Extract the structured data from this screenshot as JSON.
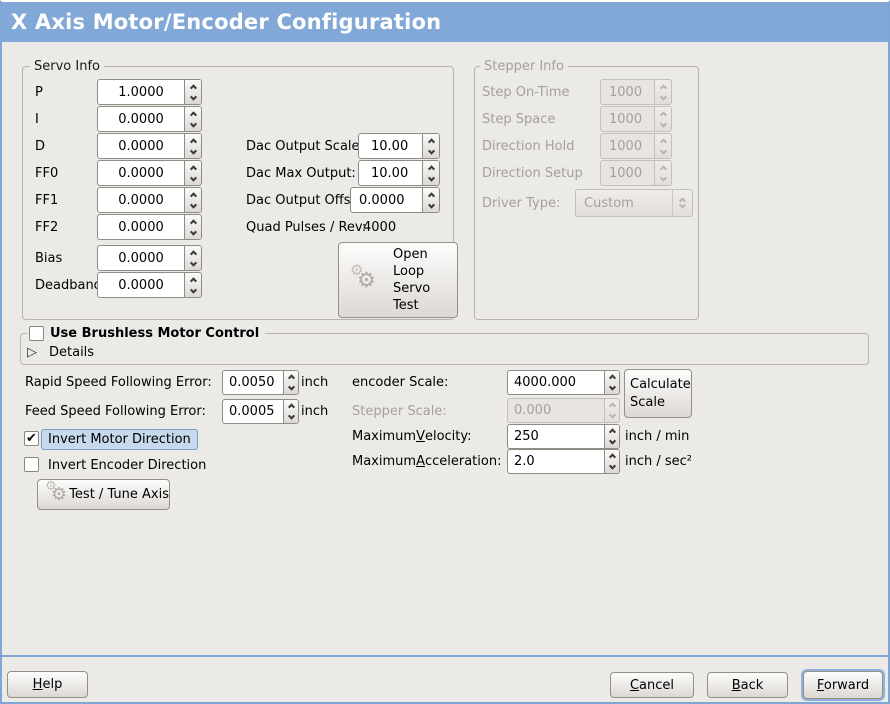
{
  "window": {
    "title": "X Axis Motor/Encoder Configuration"
  },
  "colors": {
    "header_bg": "#82a8d8",
    "window_bg": "#eceae7",
    "accent_border": "#7fa6d4",
    "focus_highlight_bg": "#c7d9ec",
    "disabled_text": "#a4a09a"
  },
  "servo_info": {
    "title": "Servo Info",
    "rows": [
      {
        "label": "P",
        "value": "1.0000"
      },
      {
        "label": "I",
        "value": "0.0000"
      },
      {
        "label": "D",
        "value": "0.0000"
      },
      {
        "label": "FF0",
        "value": "0.0000"
      },
      {
        "label": "FF1",
        "value": "0.0000"
      },
      {
        "label": "FF2",
        "value": "0.0000"
      },
      {
        "label": "Bias",
        "value": "0.0000"
      },
      {
        "label": "Deadband",
        "value": "0.0000"
      }
    ],
    "dac_rows": [
      {
        "label": "Dac Output Scale:",
        "value": "10.00"
      },
      {
        "label": "Dac Max Output:",
        "value": "10.00"
      },
      {
        "label": "Dac Output Offset:",
        "value": "0.0000"
      }
    ],
    "quad": {
      "label": "Quad Pulses / Rev:",
      "value": "4000"
    },
    "open_loop_button": {
      "lines": [
        "Open",
        "Loop",
        "Servo",
        "Test"
      ],
      "icon": "gears-icon"
    }
  },
  "stepper_info": {
    "title": "Stepper Info",
    "enabled": false,
    "rows": [
      {
        "label": "Step On-Time",
        "value": "1000"
      },
      {
        "label": "Step Space",
        "value": "1000"
      },
      {
        "label": "Direction Hold",
        "value": "1000"
      },
      {
        "label": "Direction Setup",
        "value": "1000"
      }
    ],
    "driver_type": {
      "label": "Driver Type:",
      "value": "Custom"
    }
  },
  "brushless": {
    "checkbox_label": "Use Brushless Motor Control",
    "checked": false,
    "check_glyph": "",
    "details_label": "Details",
    "expander_glyph": "▷"
  },
  "following_error": {
    "rapid": {
      "label": "Rapid Speed Following Error:",
      "value": "0.0050",
      "unit": "inch"
    },
    "feed": {
      "label": "Feed Speed Following Error:",
      "value": "0.0005",
      "unit": "inch"
    }
  },
  "direction": {
    "invert_motor": {
      "label": "Invert Motor Direction",
      "checked": true,
      "check_glyph": "✔"
    },
    "invert_encoder": {
      "label": "Invert Encoder Direction",
      "checked": false,
      "check_glyph": ""
    },
    "test_tune_button": {
      "label": "Test / Tune Axis",
      "icon": "gears-icon"
    }
  },
  "scaling": {
    "encoder": {
      "label": "encoder Scale:",
      "value": "4000.000"
    },
    "stepper": {
      "label": "Stepper Scale:",
      "value": "0.000",
      "enabled": false
    },
    "calculate_button": {
      "label": "Calculate Scale"
    },
    "velocity": {
      "label_pre": "Maximum ",
      "label_mn": "V",
      "label_post": "elocity:",
      "value": "250",
      "unit": "inch / min"
    },
    "acceleration": {
      "label_pre": "Maximum ",
      "label_mn": "A",
      "label_post": "cceleration:",
      "value": "2.0",
      "unit": "inch / sec²"
    }
  },
  "actions": {
    "help": {
      "mn": "H",
      "rest": "elp"
    },
    "cancel": {
      "mn": "C",
      "rest": "ancel"
    },
    "back": {
      "mn": "B",
      "rest": "ack"
    },
    "forward": {
      "mn": "F",
      "rest": "orward"
    }
  }
}
